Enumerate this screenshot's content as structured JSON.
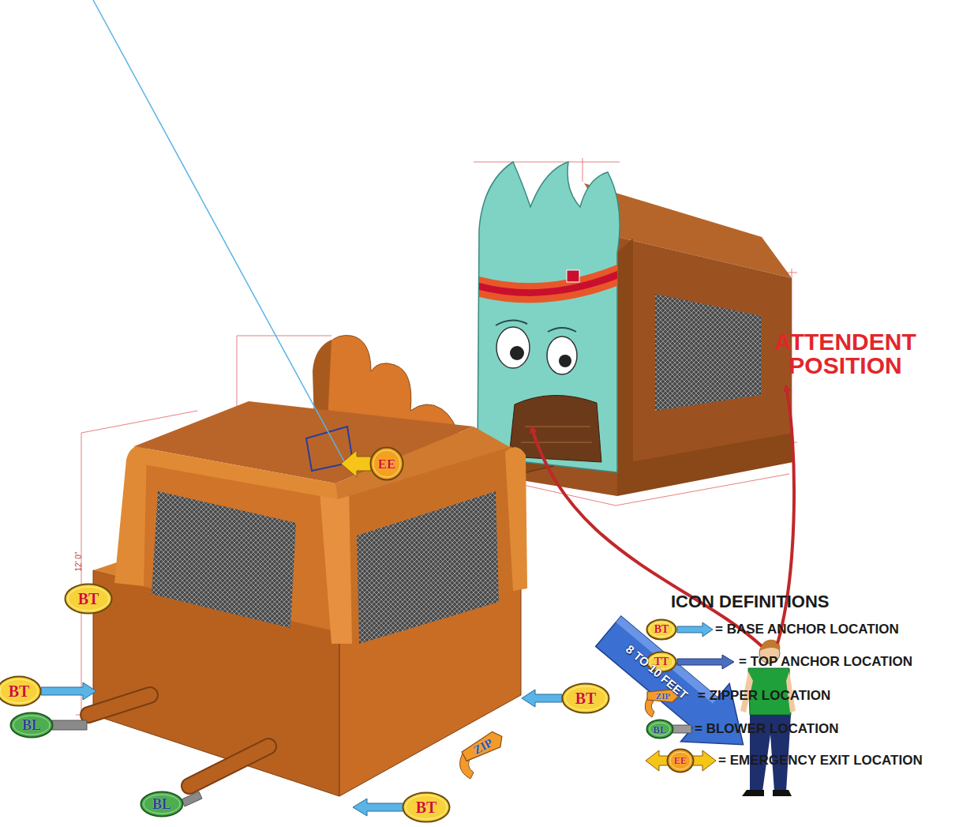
{
  "diagram": {
    "nodes": [
      {
        "text": [
          "EE"
        ]
      },
      {
        "text": [
          "BT"
        ]
      },
      {
        "text": [
          "BT"
        ]
      },
      {
        "text": [
          "BL"
        ]
      },
      {
        "text": [
          "BT"
        ]
      },
      {
        "text": [
          "ZIP"
        ]
      },
      {
        "text": [
          "BL"
        ]
      },
      {
        "text": [
          "BT"
        ]
      },
      {
        "text": [
          "BT"
        ]
      },
      {
        "text": [
          "TT"
        ]
      },
      {
        "text": [
          "ZIP"
        ]
      },
      {
        "text": [
          "BL"
        ]
      },
      {
        "text": [
          "EE"
        ]
      }
    ],
    "labels": [
      "ATTENDENT POSITION",
      "8 TO 10 FEET",
      "12' 0\"",
      "ICON DEFINITIONS"
    ],
    "legend": [
      {
        "text": "= BASE ANCHOR LOCATION"
      },
      {
        "text": "= TOP ANCHOR LOCATION"
      },
      {
        "text": "= ZIPPER LOCATION"
      },
      {
        "text": "= BLOWER LOCATION"
      },
      {
        "text": "= EMERGENCY EXIT LOCATION"
      }
    ]
  }
}
